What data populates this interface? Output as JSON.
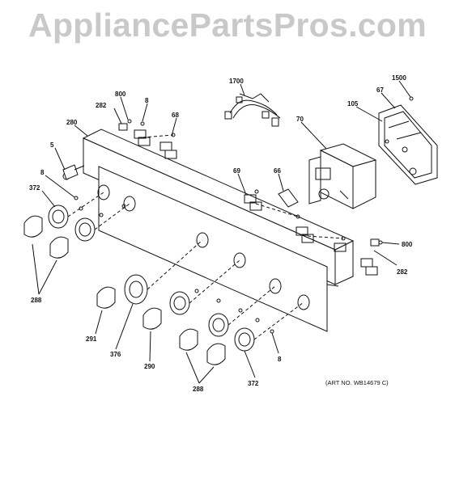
{
  "watermark": "AppliancePartsPros.com",
  "art_number": "(ART NO. WB14679 C)",
  "callouts": {
    "c1700": "1700",
    "c1500": "1500",
    "c800a": "800",
    "c282a": "282",
    "c8a": "8",
    "c68": "68",
    "c280": "280",
    "c5": "5",
    "c8b": "8",
    "c372a": "372",
    "c67": "67",
    "c105": "105",
    "c70": "70",
    "c69": "69",
    "c66": "66",
    "c800b": "800",
    "c282b": "282",
    "c288a": "288",
    "c291": "291",
    "c376": "376",
    "c290": "290",
    "c8c": "8",
    "c372b": "372",
    "c288b": "288"
  }
}
